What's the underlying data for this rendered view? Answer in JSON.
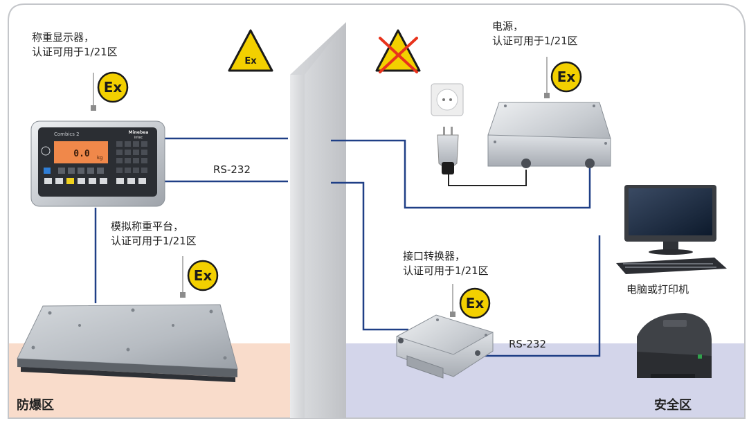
{
  "labels": {
    "indicator": [
      "称重显示器，",
      "认证可用于1/21区"
    ],
    "platform": [
      "模拟称重平台，",
      "认证可用于1/21区"
    ],
    "power_supply": [
      "电源，",
      "认证可用于1/21区"
    ],
    "interface_converter": [
      "接口转换器，",
      "认证可用于1/21区"
    ],
    "pc_printer": "电脑或打印机",
    "rs232_left": "RS-232",
    "rs232_right": "RS-232"
  },
  "zones": {
    "hazardous": "防爆区",
    "safe": "安全区"
  },
  "badges": {
    "ex_triangle_text": "Ex",
    "ex_circle_text": "Ex"
  },
  "device_text": {
    "indicator_model": "Combics 2",
    "indicator_brand": "Minebea",
    "indicator_brand_sub": "intec",
    "indicator_display": "0.0",
    "indicator_unit": "kg"
  },
  "colors": {
    "hazard_floor": "#f9dccb",
    "safe_floor": "#d3d5ea",
    "cable": "#1f3f86",
    "ex_yellow": "#f3d000",
    "not_allowed_red": "#e8331c"
  }
}
